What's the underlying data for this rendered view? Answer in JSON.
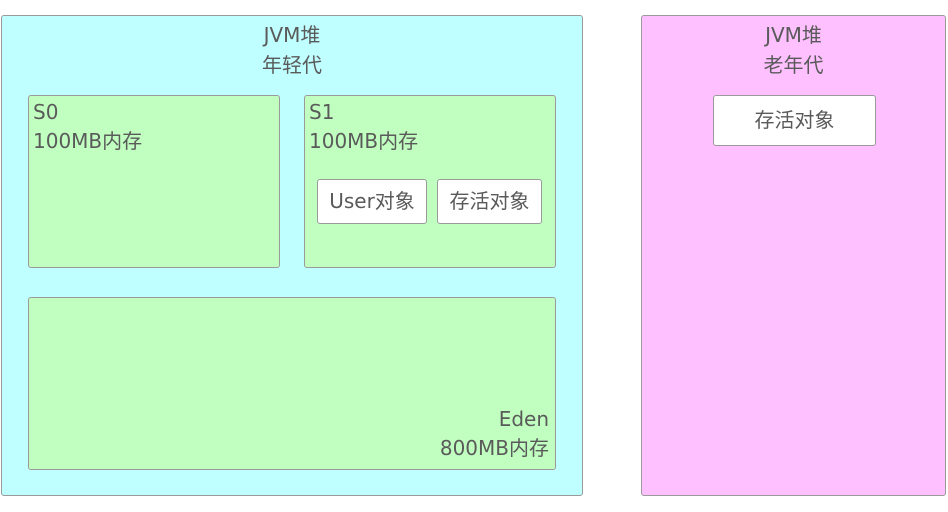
{
  "young_gen": {
    "title_line1": "JVM堆",
    "title_line2": "年轻代"
  },
  "old_gen": {
    "title_line1": "JVM堆",
    "title_line2": "老年代"
  },
  "s0": {
    "name": "S0",
    "size": "100MB内存"
  },
  "s1": {
    "name": "S1",
    "size": "100MB内存"
  },
  "eden": {
    "name": "Eden",
    "size": "800MB内存"
  },
  "objects": {
    "s1_user": "User对象",
    "s1_live": "存活对象",
    "old_live": "存活对象"
  },
  "colors": {
    "young_gen_fill": "#c0ffff",
    "old_gen_fill": "#ffc0ff",
    "region_fill": "#c0ffc0",
    "object_fill": "#ffffff",
    "border": "#9a9a9a",
    "text": "#5a5a5a"
  }
}
